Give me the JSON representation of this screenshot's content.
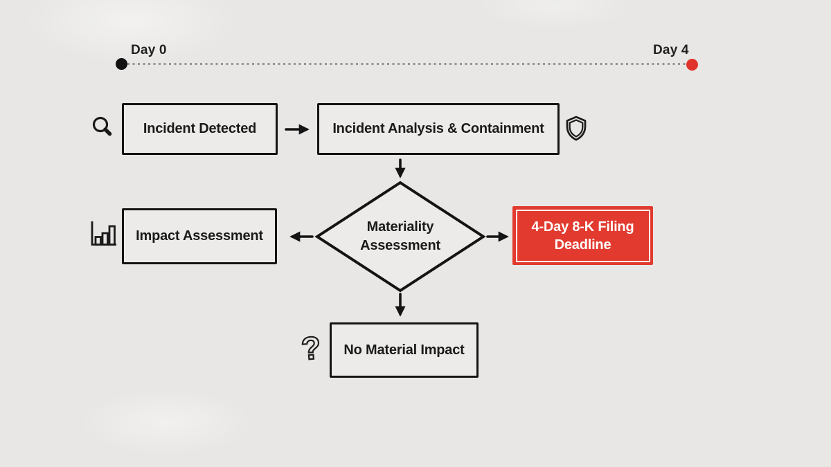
{
  "timeline": {
    "start_label": "Day 0",
    "end_label": "Day 4",
    "start_dot_color": "#121212",
    "end_dot_color": "#e0332b"
  },
  "nodes": {
    "incident_detected": {
      "label": "Incident Detected",
      "icon": "magnifier-icon"
    },
    "analysis_containment": {
      "label": "Incident Analysis & Containment",
      "icon": "shield-icon"
    },
    "materiality_assessment": {
      "label": "Materiality Assessment",
      "shape": "diamond"
    },
    "impact_assessment": {
      "label": "Impact Assessment",
      "icon": "bar-chart-icon"
    },
    "filing_deadline": {
      "label": "4-Day 8-K Filing Deadline",
      "highlight_color": "#e23a2e",
      "text_color": "#ffffff"
    },
    "no_material_impact": {
      "label": "No Material Impact",
      "icon": "question-mark-icon"
    }
  },
  "icons": {
    "question_glyph": "?"
  },
  "colors": {
    "background": "#e8e7e5",
    "node_fill": "#ecebe9",
    "ink": "#141414",
    "deadline_red": "#e23a2e"
  }
}
